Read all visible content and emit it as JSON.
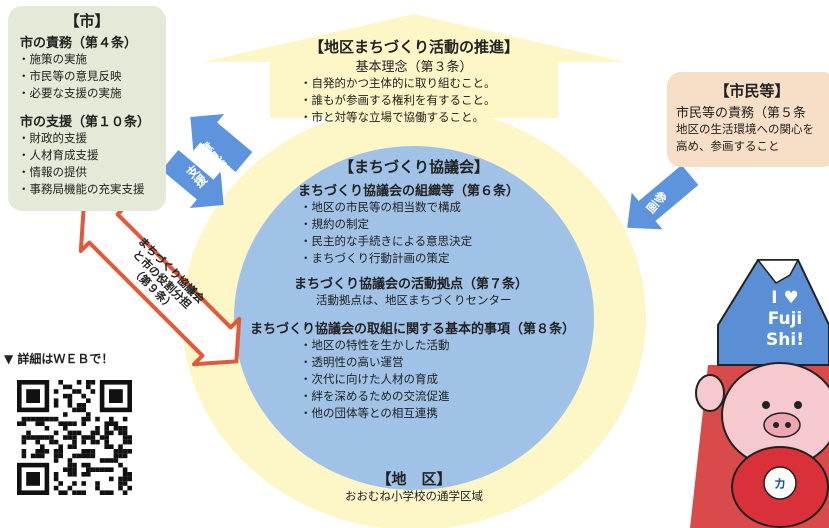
{
  "city": {
    "title": "【市】",
    "duties_heading": "市の責務（第４条）",
    "duties": [
      "施策の実施",
      "市民等の意見反映",
      "必要な支援の実施"
    ],
    "support_heading": "市の支援（第１０条）",
    "support": [
      "財政的支援",
      "人材育成支援",
      "情報の提供",
      "事務局機能の充実支援"
    ]
  },
  "promotion": {
    "title": "【地区まちづくり活動の推進】",
    "principle_heading": "基本理念（第３条）",
    "principles": [
      "自発的かつ主体的に取り組むこと。",
      "誰もが参画する権利を有すること。",
      "市と対等な立場で協働すること。"
    ]
  },
  "citizens": {
    "title": "【市民等】",
    "heading": "市民等の責務（第５条",
    "text_line1": "地区の生活環境への関心を",
    "text_line2": "高め、参画すること"
  },
  "council": {
    "title": "【まちづくり協議会】",
    "org_heading": "まちづくり協議会の組織等（第６条）",
    "org_items": [
      "地区の市民等の相当数で構成",
      "規約の制定",
      "民主的な手続きによる意思決定",
      "まちづくり行動計画の策定"
    ],
    "base_heading": "まちづくり協議会の活動拠点（第７条）",
    "base_text": "活動拠点は、地区まちづくりセンター",
    "efforts_heading": "まちづくり協議会の取組に関する基本的事項（第８条）",
    "efforts": [
      "地区の特性を生かした活動",
      "透明性の高い運営",
      "次代に向けた人材の育成",
      "絆を深めるための交流促進",
      "他の団体等との相互連携"
    ]
  },
  "district": {
    "title": "【地　区】",
    "text": "おおむね小学校の通学区域"
  },
  "arrows": {
    "opinion": "意見聴取",
    "support": "支援",
    "participation": "参画",
    "role_line1": "まちづくり協議会",
    "role_line2": "と市の役割分担",
    "role_line3": "（第９条）"
  },
  "web": {
    "label": "▼ 詳細はＷＥＢで！"
  },
  "mascot": {
    "sign_line1": "I ♥",
    "sign_line2": "Fuji",
    "sign_line3": "Shi!",
    "badge": "カ"
  },
  "colors": {
    "yellow": "#fdf7c8",
    "circle": "#9fc2e6",
    "arrow_blue": "#5d94dd",
    "arrow_red": "#e05a3a",
    "city_box": "#e3ead7",
    "citizen_box": "#f6dfc6"
  }
}
